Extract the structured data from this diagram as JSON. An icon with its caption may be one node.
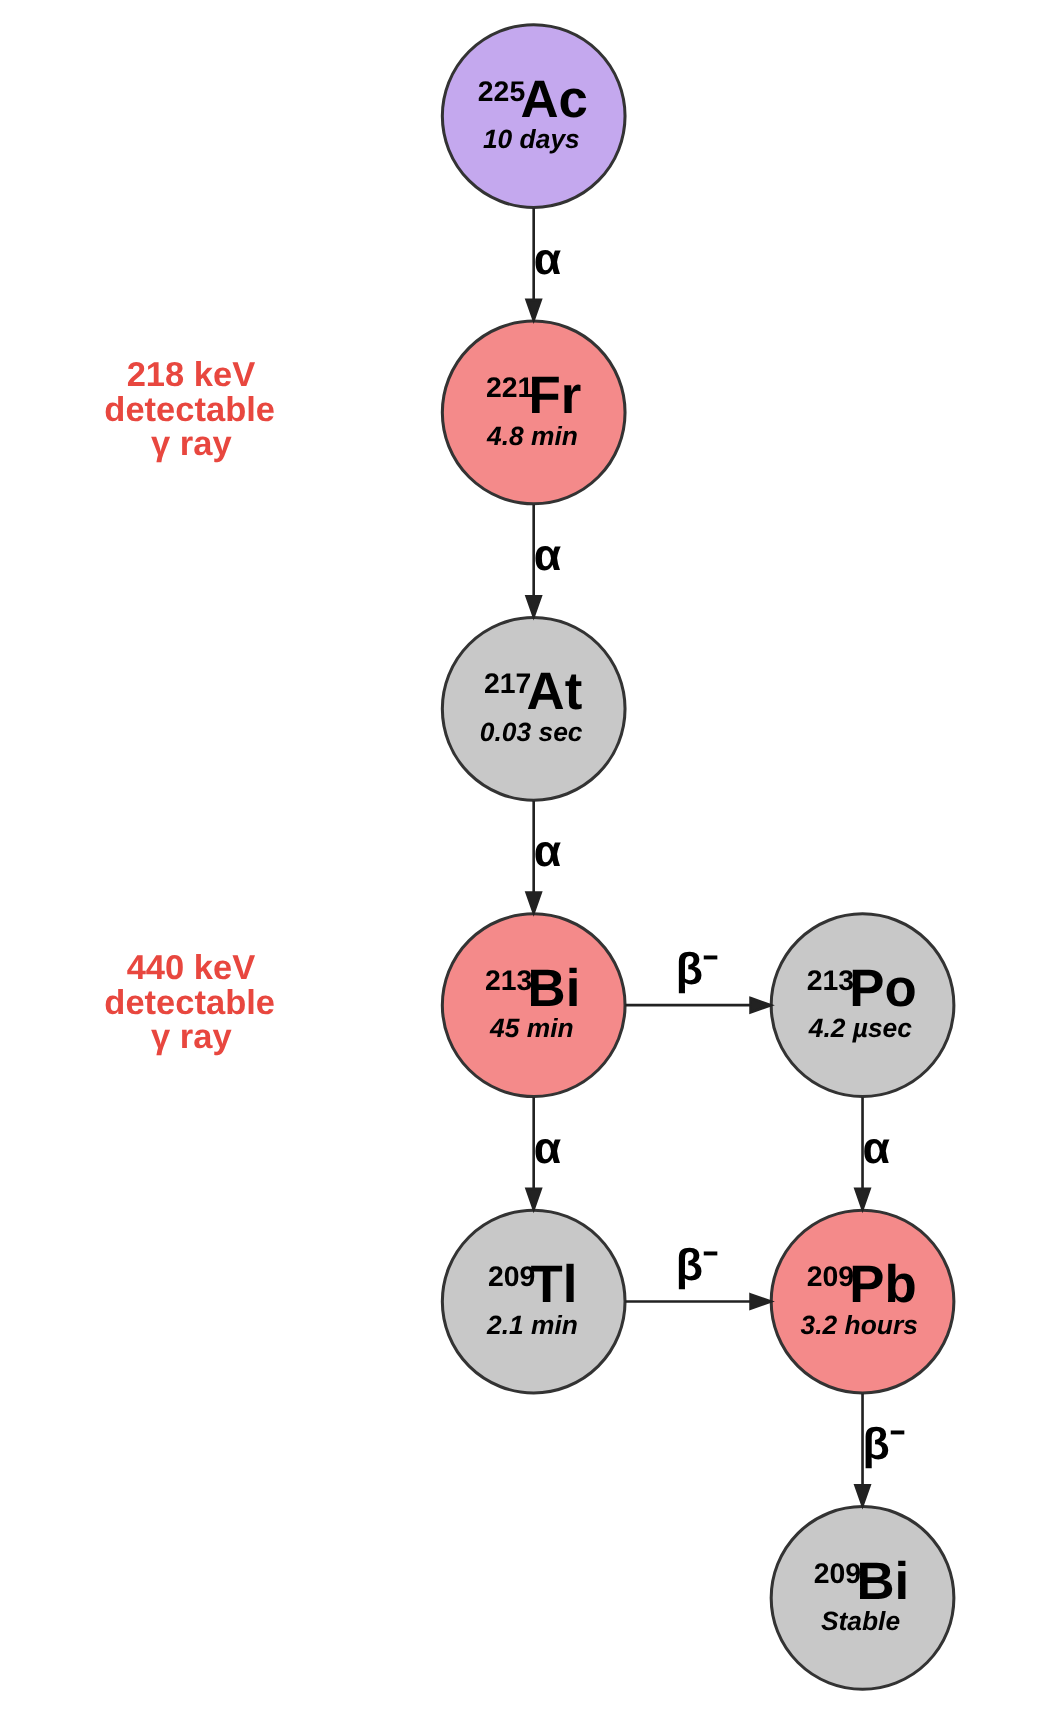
{
  "diagram": {
    "nodes": [
      {
        "text": [
          "$^{225}$Ac",
          "10 days"
        ]
      },
      {
        "text": [
          "$^{221}$Fr",
          "4.8 min"
        ]
      },
      {
        "text": [
          "$^{217}$At",
          "0.03 sec"
        ]
      },
      {
        "text": [
          "$^{213}$Po",
          "4.2 µsec"
        ]
      },
      {
        "text": [
          "$^{213}$Bi",
          "45 min"
        ]
      },
      {
        "text": [
          "$^{209}$Bi",
          "Stable"
        ]
      },
      {
        "text": [
          "$^{209}$Pb",
          "3.2 hours"
        ]
      },
      {
        "text": [
          "$^{209}$Tl",
          "2.1 min"
        ]
      }
    ],
    "edges": [
      {
        "from": 0,
        "to": 1,
        "arrow": "to",
        "label": "α"
      },
      {
        "from": 1,
        "to": 2,
        "arrow": "to",
        "label": "α"
      },
      {
        "from": 2,
        "to": 4,
        "arrow": "to",
        "label": "α"
      },
      {
        "from": 4,
        "to": 3,
        "arrow": "to",
        "label": "β⁻"
      },
      {
        "from": 3,
        "to": 6,
        "arrow": "to",
        "label": "α"
      },
      {
        "from": 4,
        "to": 7,
        "arrow": "to",
        "label": "α"
      },
      {
        "from": 7,
        "to": 6,
        "arrow": "to",
        "label": "β⁻"
      },
      {
        "from": 6,
        "to": 5,
        "arrow": "to",
        "label": "β⁻"
      }
    ],
    "labels": [
      "218 keV detectable γ ray",
      "440 keV detectable γ ray"
    ]
  }
}
